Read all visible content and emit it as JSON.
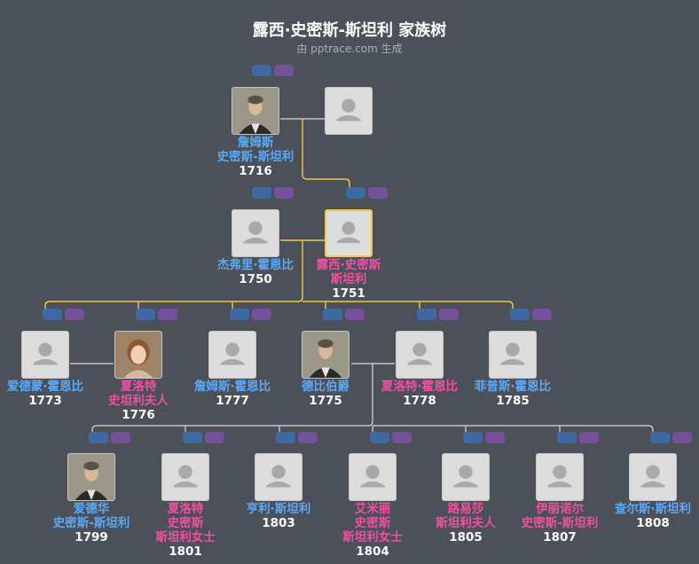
{
  "header": {
    "title": "露西·史密斯-斯坦利 家族树",
    "subtitle": "由 pptrace.com 生成"
  },
  "colors": {
    "background": "#4c5059",
    "male_text": "#5aa9f6",
    "female_text": "#f14fa3",
    "main_line": "#f2c744",
    "secondary_line": "#d8d8d8",
    "focus_border": "#f2c744"
  },
  "people": {
    "james_smith_stanley": {
      "lines": [
        "詹姆斯",
        "史密斯-斯坦利"
      ],
      "year": "1716",
      "gender": "m",
      "photo": true
    },
    "unknown_spouse": {
      "lines": [],
      "year": "",
      "gender": "f",
      "photo": false
    },
    "geoffrey_hornby": {
      "lines": [
        "杰弗里·霍恩比"
      ],
      "year": "1750",
      "gender": "m",
      "photo": false
    },
    "lucy_smith_stanley": {
      "lines": [
        "露西·史密斯",
        "斯坦利"
      ],
      "year": "1751",
      "gender": "f",
      "photo": false,
      "focus": true
    },
    "edmund_hornby": {
      "lines": [
        "爱德蒙·霍恩比"
      ],
      "year": "1773",
      "gender": "m",
      "photo": false
    },
    "charlotte_lady_stanley": {
      "lines": [
        "夏洛特",
        "史坦利夫人"
      ],
      "year": "1776",
      "gender": "f",
      "photo": true
    },
    "james_hornby": {
      "lines": [
        "詹姆斯·霍恩比"
      ],
      "year": "1777",
      "gender": "m",
      "photo": false
    },
    "earl_of_derby": {
      "lines": [
        "德比伯爵"
      ],
      "year": "1775",
      "gender": "m",
      "photo": true
    },
    "charlotte_hornby": {
      "lines": [
        "夏洛特·霍恩比"
      ],
      "year": "1778",
      "gender": "f",
      "photo": false
    },
    "phipps_hornby": {
      "lines": [
        "菲普斯·霍恩比"
      ],
      "year": "1785",
      "gender": "m",
      "photo": false
    },
    "edward_smith_stanley": {
      "lines": [
        "爱德华",
        "史密斯-斯坦利"
      ],
      "year": "1799",
      "gender": "m",
      "photo": true
    },
    "charlotte_lady_stanley_jr": {
      "lines": [
        "夏洛特",
        "史密斯",
        "斯坦利女士"
      ],
      "year": "1801",
      "gender": "f",
      "photo": false
    },
    "henry_stanley": {
      "lines": [
        "亨利·斯坦利"
      ],
      "year": "1803",
      "gender": "m",
      "photo": false
    },
    "emily_lady_stanley": {
      "lines": [
        "艾米丽",
        "史密斯",
        "斯坦利女士"
      ],
      "year": "1804",
      "gender": "f",
      "photo": false
    },
    "louisa_lady_stanley": {
      "lines": [
        "路易莎",
        "斯坦利夫人"
      ],
      "year": "1805",
      "gender": "f",
      "photo": false
    },
    "eleanor_smith_stanley": {
      "lines": [
        "伊丽诺尔",
        "史密斯-斯坦利"
      ],
      "year": "1807",
      "gender": "f",
      "photo": false
    },
    "charles_stanley": {
      "lines": [
        "查尔斯·斯坦利"
      ],
      "year": "1808",
      "gender": "m",
      "photo": false
    }
  }
}
